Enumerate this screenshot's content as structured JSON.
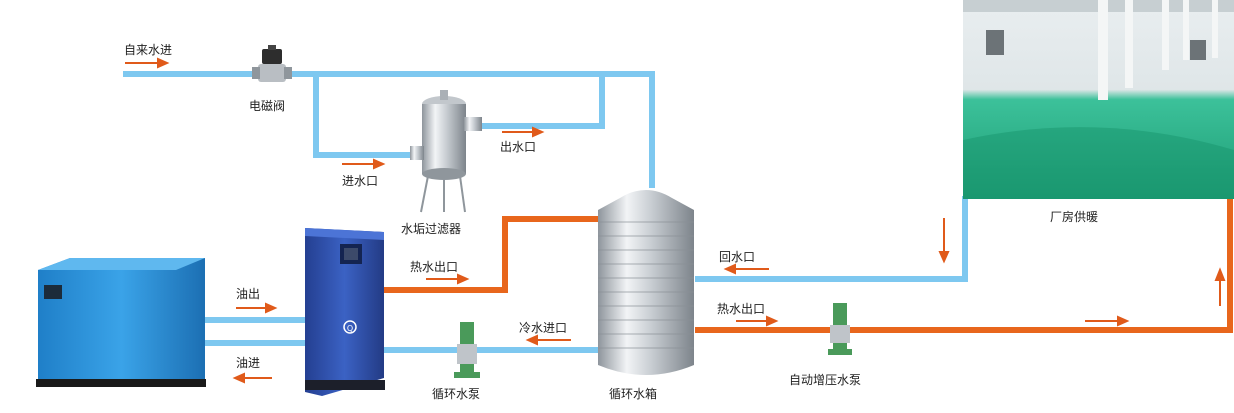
{
  "labels": {
    "tap_water_in": "自来水进",
    "solenoid_valve": "电磁阀",
    "water_inlet": "进水口",
    "water_outlet": "出水口",
    "scale_filter": "水垢过滤器",
    "oil_out": "油出",
    "oil_in": "油进",
    "hot_water_outlet_1": "热水出口",
    "cold_water_inlet": "冷水进口",
    "circulation_pump": "循环水泵",
    "circulation_tank": "循环水箱",
    "return_water_inlet": "回水口",
    "hot_water_outlet_2": "热水出口",
    "booster_pump": "自动增压水泵",
    "factory_heating": "厂房供暖"
  },
  "heat_recovery_unit_logo": "Q",
  "colors": {
    "cold_pipe": "#7ec8f0",
    "hot_pipe": "#e8661c",
    "arrow": "#e05a1a",
    "compressor": "#2a8fd6",
    "heat_unit": "#2f55b5",
    "floor_green": "#2bb58a"
  }
}
